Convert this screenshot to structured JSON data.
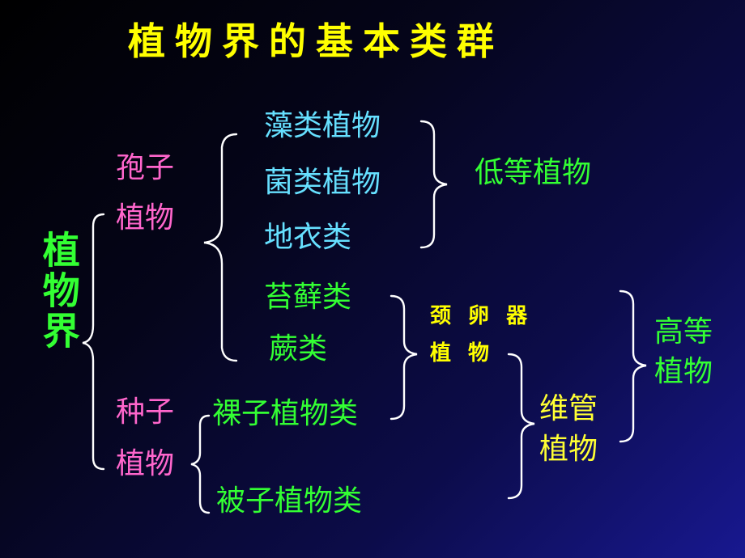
{
  "title": "植物界的基本类群",
  "root": "植物界",
  "spore_plant": {
    "line1": "孢子",
    "line2": "植物"
  },
  "seed_plant": {
    "line1": "种子",
    "line2": "植物"
  },
  "spore_members": [
    "藻类植物",
    "菌类植物",
    "地衣类",
    "苔藓类",
    "蕨类"
  ],
  "seed_members": [
    "裸子植物类",
    "被子植物类"
  ],
  "lower_plants": "低等植物",
  "archegoniate": {
    "line1": "颈 卵 器",
    "line2": "植 物"
  },
  "vascular": {
    "line1": "维管",
    "line2": "植物"
  },
  "higher_plants": {
    "line1": "高等",
    "line2": "植物"
  }
}
